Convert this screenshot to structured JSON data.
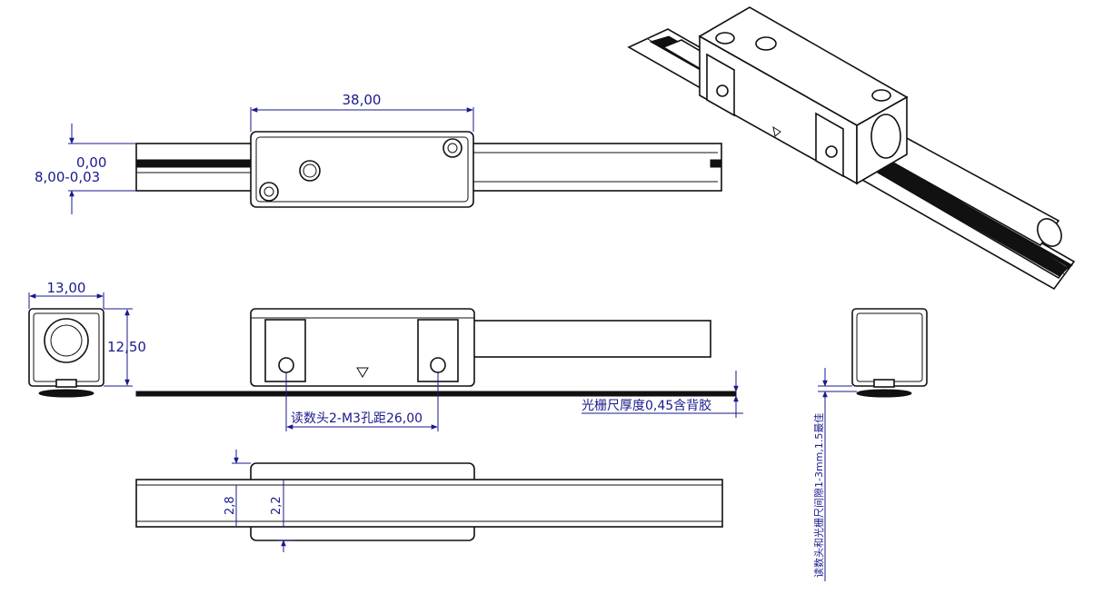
{
  "colors": {
    "dimension": "#1a1a8c",
    "outline": "#111111",
    "background": "#ffffff"
  },
  "dimensions": {
    "head_length": "38,00",
    "tol_upper": "0,00",
    "tol_lower": "8,00-0,03",
    "end_width": "13,00",
    "end_height": "12,50",
    "hole_spacing": "读数头2-M3孔距26,00",
    "scale_thickness": "光栅尺厚度0,45含背胶",
    "gap": "读数头和光栅尺间隙1-3mm,1.5最佳",
    "offset_a": "2,8",
    "offset_b": "2,2"
  }
}
